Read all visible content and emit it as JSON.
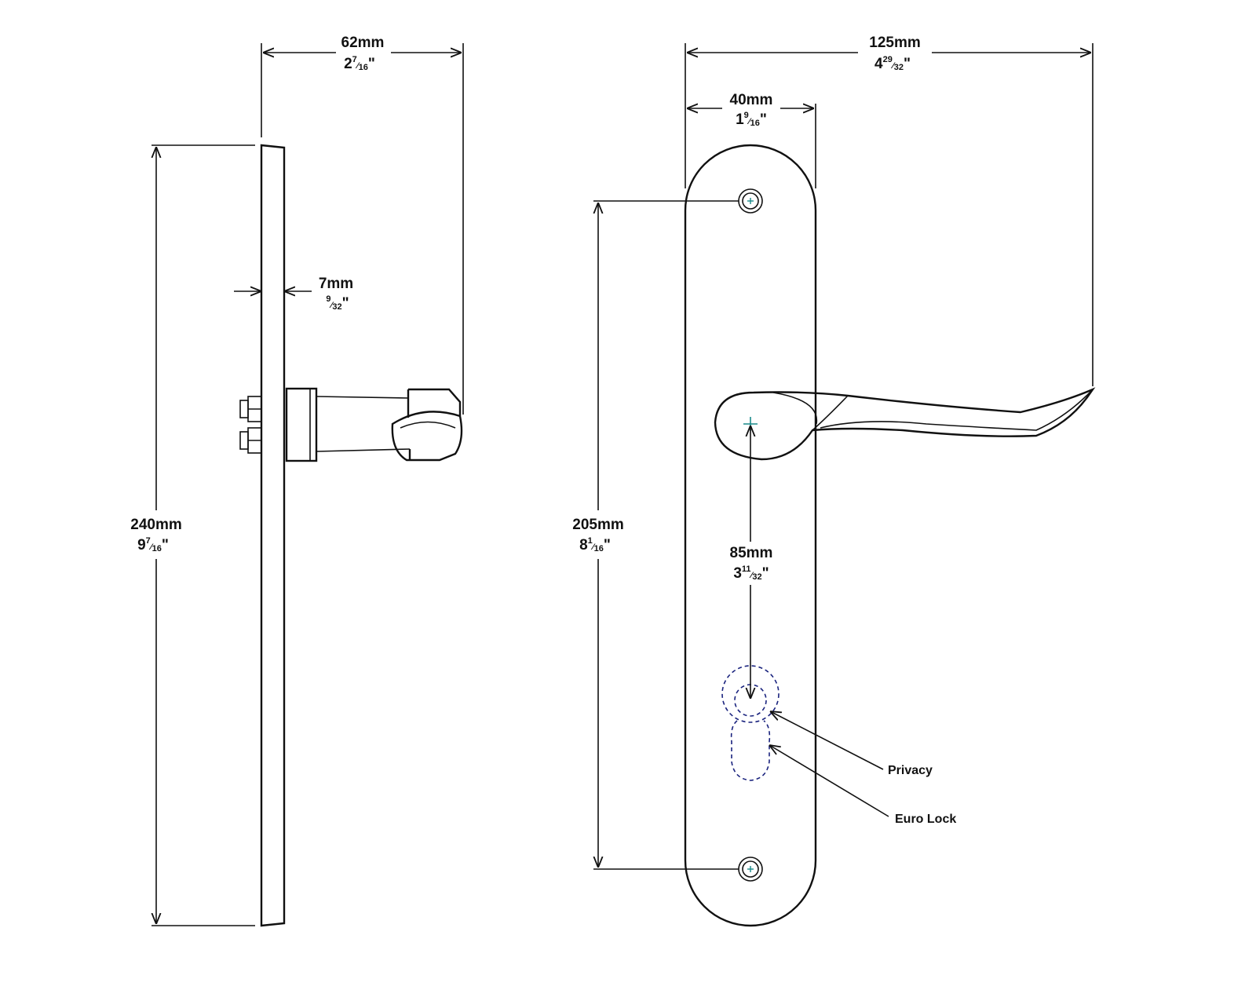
{
  "colors": {
    "line": "#111111",
    "center_mark": "#1a8a8a",
    "cutout": "#1a237e",
    "background": "#ffffff"
  },
  "dimensions": {
    "overall_depth": {
      "mm": "62mm",
      "whole": "2",
      "num": "7",
      "den": "16",
      "unit": "\""
    },
    "plate_thickness": {
      "mm": "7mm",
      "whole": "",
      "num": "9",
      "den": "32",
      "unit": "\""
    },
    "plate_height": {
      "mm": "240mm",
      "whole": "9",
      "num": "7",
      "den": "16",
      "unit": "\""
    },
    "overall_width": {
      "mm": "125mm",
      "whole": "4",
      "num": "29",
      "den": "32",
      "unit": "\""
    },
    "plate_width": {
      "mm": "40mm",
      "whole": "1",
      "num": "9",
      "den": "16",
      "unit": "\""
    },
    "fixing_centres": {
      "mm": "205mm",
      "whole": "8",
      "num": "1",
      "den": "16",
      "unit": "\""
    },
    "lever_to_lock_centres": {
      "mm": "85mm",
      "whole": "3",
      "num": "11",
      "den": "32",
      "unit": "\""
    }
  },
  "callouts": {
    "privacy": "Privacy",
    "euro_lock": "Euro Lock"
  }
}
